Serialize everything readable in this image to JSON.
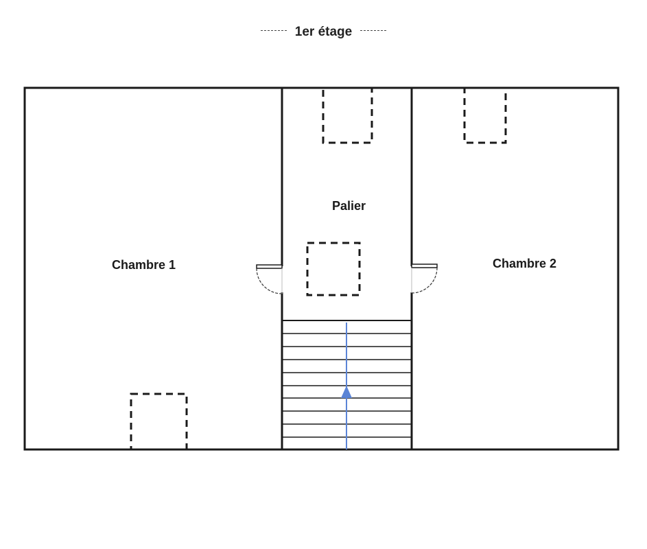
{
  "title": "1er étage",
  "rooms": [
    {
      "id": "chambre-1",
      "label": "Chambre 1"
    },
    {
      "id": "palier",
      "label": "Palier"
    },
    {
      "id": "chambre-2",
      "label": "Chambre 2"
    }
  ],
  "colors": {
    "wall": "#1a1a1a",
    "dashed_window": "#1a1a1a",
    "stair_arrow": "#5b84d6"
  },
  "stairs": {
    "step_count": 10,
    "direction": "up"
  }
}
